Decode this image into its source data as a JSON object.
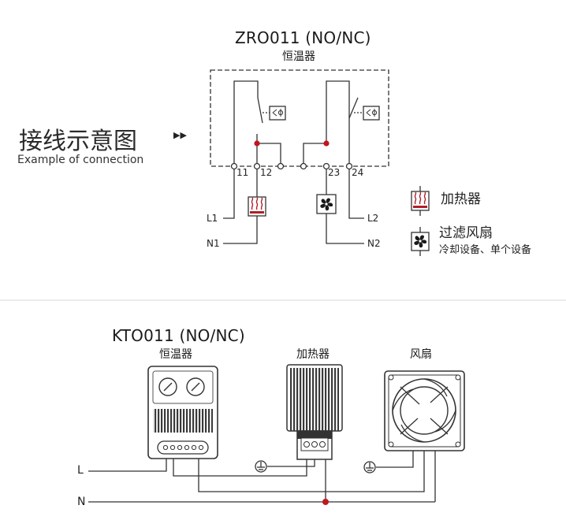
{
  "top": {
    "title": "ZRO011 (NO/NC)",
    "subtitle": "恒温器",
    "heading_cn": "接线示意图",
    "heading_en": "Example of connection",
    "terminals": [
      "11",
      "12",
      "23",
      "24"
    ],
    "lines": [
      "L1",
      "N1",
      "L2",
      "N2"
    ],
    "legend": {
      "heater": "加热器",
      "fan": "过滤风扇",
      "fan_note": "冷却设备、单个设备"
    }
  },
  "bottom": {
    "title": "KTO011 (NO/NC)",
    "thermostat_label": "恒温器",
    "heater_label": "加热器",
    "fan_label": "风扇",
    "line_l": "L",
    "line_n": "N"
  },
  "colors": {
    "line": "#333333",
    "node_red": "#c0171f",
    "heater_red": "#b01f2a",
    "divider": "#e6e6e6"
  }
}
